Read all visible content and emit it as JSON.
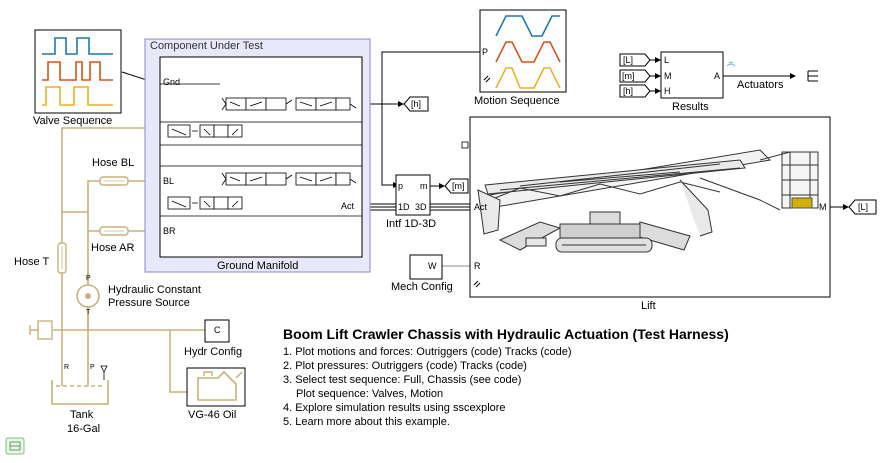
{
  "canvas": {
    "background": "#ffffff",
    "accent_hydraulic": "#c8b27a",
    "subsystem_fill": "#e8e8fa",
    "subsystem_border": "#9a9ad6"
  },
  "blocks": {
    "valve_sequence": {
      "label": "Valve Sequence"
    },
    "component_under_test": {
      "label": "Component Under Test"
    },
    "ground_manifold": {
      "label": "Ground Manifold",
      "ports": {
        "gnd": "Gnd",
        "bl": "BL",
        "br": "BR",
        "act": "Act"
      }
    },
    "motion_sequence": {
      "label": "Motion Sequence",
      "ports": {
        "p": "P"
      }
    },
    "results": {
      "label": "Results",
      "ports": {
        "l": "L",
        "m": "M",
        "h": "H",
        "a": "A"
      }
    },
    "actuators": {
      "label": "Actuators"
    },
    "intf": {
      "label": "Intf 1D-3D",
      "ports": {
        "p": "p",
        "m": "m",
        "d1": "1D",
        "d3": "3D"
      }
    },
    "lift": {
      "label": "Lift",
      "ports": {
        "act": "Act",
        "r": "R",
        "m": "M"
      }
    },
    "mech_config": {
      "label": "Mech Config",
      "port": "W"
    },
    "hose_bl": {
      "label": "Hose BL"
    },
    "hose_ar": {
      "label": "Hose AR"
    },
    "hose_t": {
      "label": "Hose T"
    },
    "pressure_source": {
      "label_line1": "Hydraulic Constant",
      "label_line2": "Pressure Source",
      "ports": {
        "p": "P",
        "t": "T"
      }
    },
    "hydr_config": {
      "label": "Hydr Config",
      "port": "C"
    },
    "tank": {
      "label_line1": "Tank",
      "label_line2": "16-Gal",
      "ports": {
        "r": "R",
        "p": "P"
      }
    },
    "oil": {
      "label": "VG-46 Oil"
    }
  },
  "tags": {
    "goto_h": "[h]",
    "goto_m": "[m]",
    "goto_l": "[L]",
    "from_l": "[L]",
    "from_m": "[m]",
    "from_h": "[h]"
  },
  "description": {
    "title": "Boom Lift Crawler Chassis with Hydraulic Actuation (Test Harness)",
    "lines": [
      "1. Plot motions and forces: Outriggers (code) Tracks (code)",
      "2. Plot pressures: Outriggers (code) Tracks (code)",
      "3. Select test sequence: Full, Chassis (see code)",
      "Plot sequence: Valves, Motion",
      "4. Explore simulation results using sscexplore",
      "5. Learn more about this example."
    ]
  }
}
